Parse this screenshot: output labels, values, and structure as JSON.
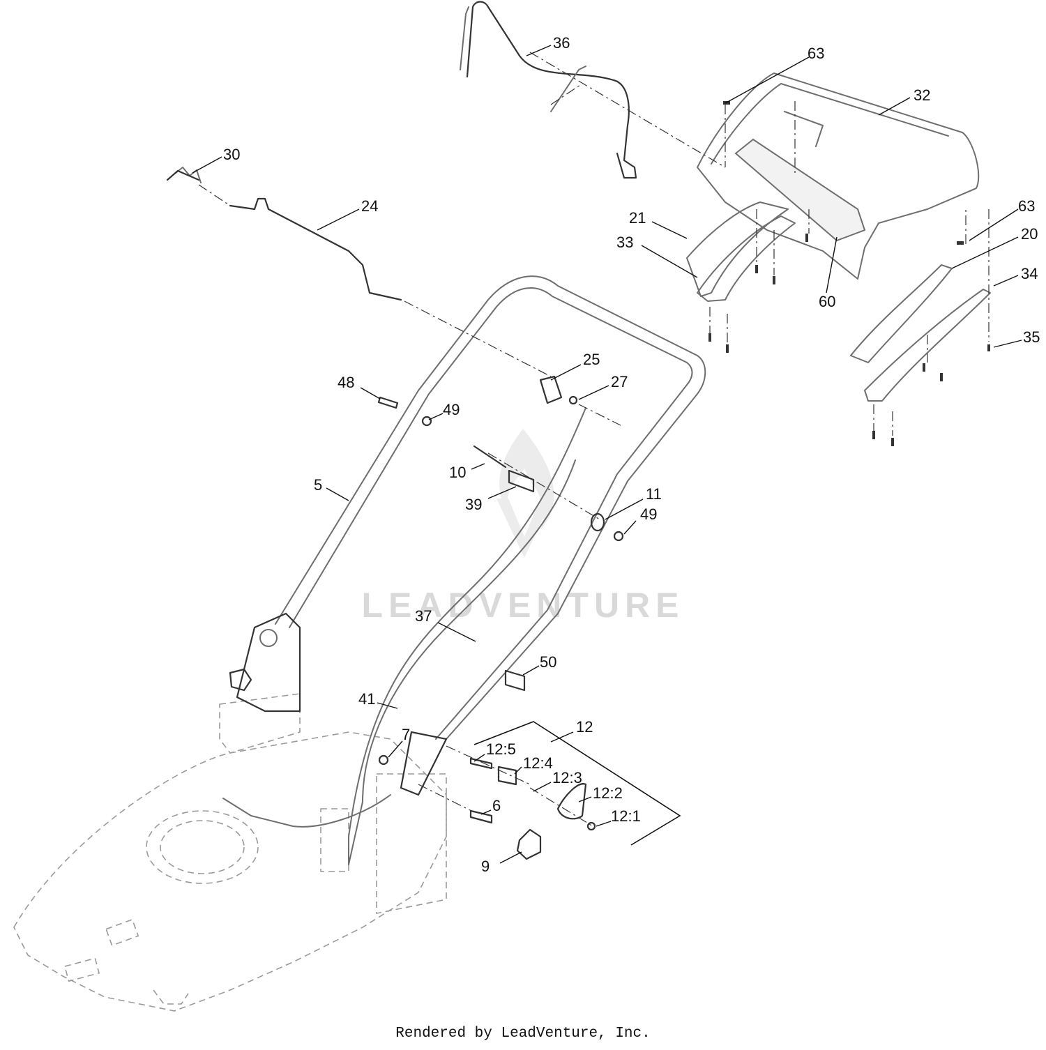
{
  "diagram": {
    "labels": [
      {
        "id": "36",
        "text": "36"
      },
      {
        "id": "63a",
        "text": "63"
      },
      {
        "id": "32",
        "text": "32"
      },
      {
        "id": "30",
        "text": "30"
      },
      {
        "id": "24",
        "text": "24"
      },
      {
        "id": "21",
        "text": "21"
      },
      {
        "id": "33",
        "text": "33"
      },
      {
        "id": "63b",
        "text": "63"
      },
      {
        "id": "20",
        "text": "20"
      },
      {
        "id": "34",
        "text": "34"
      },
      {
        "id": "60",
        "text": "60"
      },
      {
        "id": "35",
        "text": "35"
      },
      {
        "id": "25",
        "text": "25"
      },
      {
        "id": "27",
        "text": "27"
      },
      {
        "id": "48",
        "text": "48"
      },
      {
        "id": "49a",
        "text": "49"
      },
      {
        "id": "10",
        "text": "10"
      },
      {
        "id": "5",
        "text": "5"
      },
      {
        "id": "39",
        "text": "39"
      },
      {
        "id": "11",
        "text": "11"
      },
      {
        "id": "49b",
        "text": "49"
      },
      {
        "id": "37",
        "text": "37"
      },
      {
        "id": "50",
        "text": "50"
      },
      {
        "id": "41",
        "text": "41"
      },
      {
        "id": "12",
        "text": "12"
      },
      {
        "id": "7",
        "text": "7"
      },
      {
        "id": "12_5",
        "text": "12:5"
      },
      {
        "id": "12_4",
        "text": "12:4"
      },
      {
        "id": "12_3",
        "text": "12:3"
      },
      {
        "id": "12_2",
        "text": "12:2"
      },
      {
        "id": "6",
        "text": "6"
      },
      {
        "id": "12_1",
        "text": "12:1"
      },
      {
        "id": "9",
        "text": "9"
      }
    ],
    "watermark": "LEADVENTURE",
    "caption": "Rendered by LeadVenture, Inc."
  }
}
